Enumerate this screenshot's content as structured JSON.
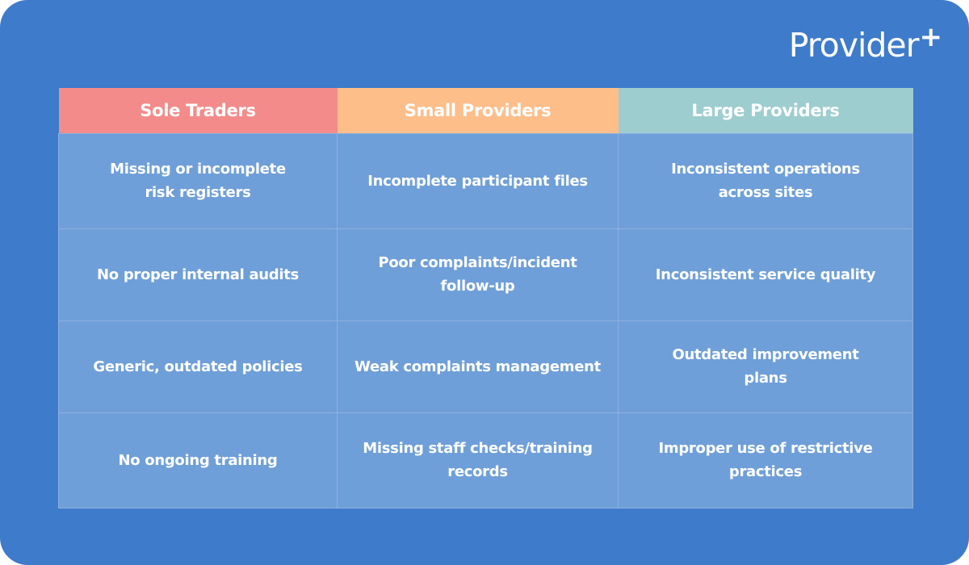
{
  "brand": {
    "name": "Provider",
    "mark": "+"
  },
  "colors": {
    "background": "#3e7bca",
    "cell": "#6f9fd8",
    "sole_traders_header": "#f38b8b",
    "small_providers_header": "#fdbe8a",
    "large_providers_header": "#9dcdcf",
    "text": "#ffffff"
  },
  "table": {
    "headers": [
      "Sole Traders",
      "Small Providers",
      "Large Providers"
    ],
    "rows": [
      [
        "Missing or incomplete risk registers",
        "Incomplete participant files",
        "Inconsistent operations across sites"
      ],
      [
        "No proper internal audits",
        "Poor complaints/incident follow-up",
        "Inconsistent service quality"
      ],
      [
        "Generic, outdated policies",
        "Weak complaints management",
        "Outdated improvement plans"
      ],
      [
        "No ongoing training",
        "Missing staff checks/training records",
        "Improper use of restrictive practices"
      ]
    ]
  }
}
